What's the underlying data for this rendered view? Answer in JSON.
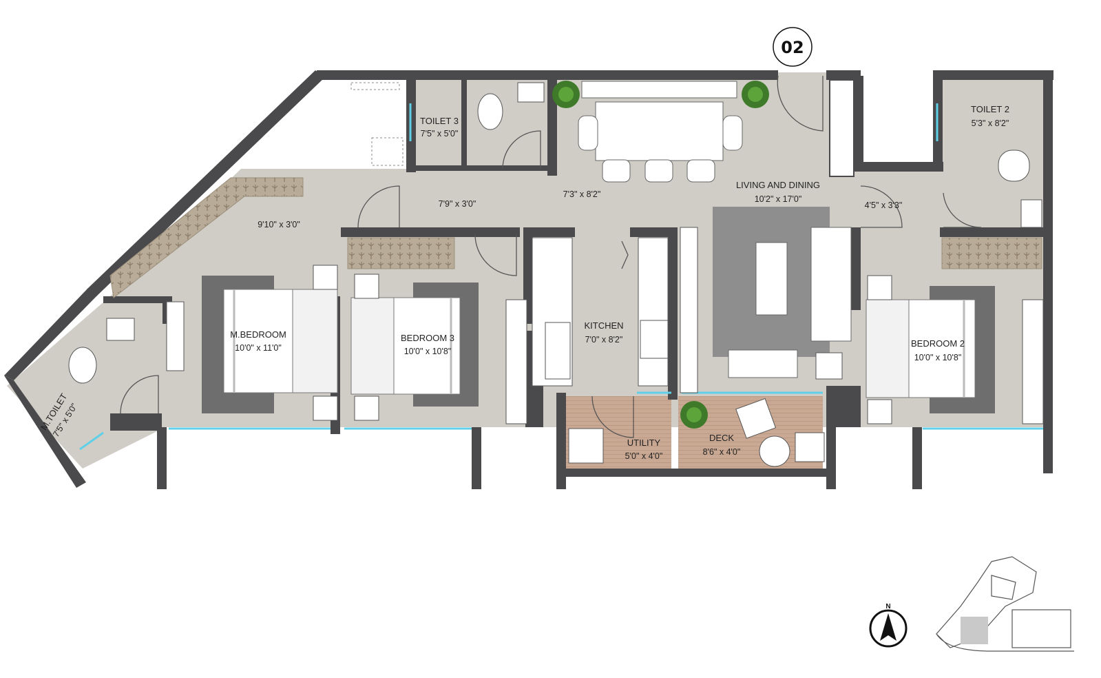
{
  "unit": {
    "number": "02"
  },
  "rooms": {
    "living": {
      "name": "LIVING AND DINING",
      "dim": "10'2\" x 17'0\""
    },
    "dining_passage": {
      "dim": "7'3\" x 8'2\""
    },
    "passage": {
      "dim": "7'9\" x 3'0\""
    },
    "wardrobe_passage": {
      "dim": "9'10\" x 3'0\""
    },
    "right_passage": {
      "dim": "4'5\" x 3'3\""
    },
    "toilet3": {
      "name": "TOILET 3",
      "dim": "7'5\" x 5'0\""
    },
    "toilet2": {
      "name": "TOILET 2",
      "dim": "5'3\" x 8'2\""
    },
    "mbedroom": {
      "name": "M.BEDROOM",
      "dim": "10'0\" x 11'0\""
    },
    "bedroom3": {
      "name": "BEDROOM 3",
      "dim": "10'0\" x 10'8\""
    },
    "bedroom2": {
      "name": "BEDROOM 2",
      "dim": "10'0\" x 10'8\""
    },
    "kitchen": {
      "name": "KITCHEN",
      "dim": "7'0\" x 8'2\""
    },
    "utility": {
      "name": "UTILITY",
      "dim": "5'0\" x 4'0\""
    },
    "deck": {
      "name": "DECK",
      "dim": "8'6\" x 4'0\""
    },
    "mtoilet": {
      "name": "M.TOILET",
      "dim": "7'5\" x 5'0\""
    }
  },
  "north": {
    "label": "N"
  },
  "colors": {
    "wall": "#4a4a4c",
    "floor": "#cfcdc6",
    "wardrobe": "#b8ab98",
    "deck_floor": "#caa994",
    "rug": "#8e8e8e",
    "window": "#5fd0e8"
  }
}
